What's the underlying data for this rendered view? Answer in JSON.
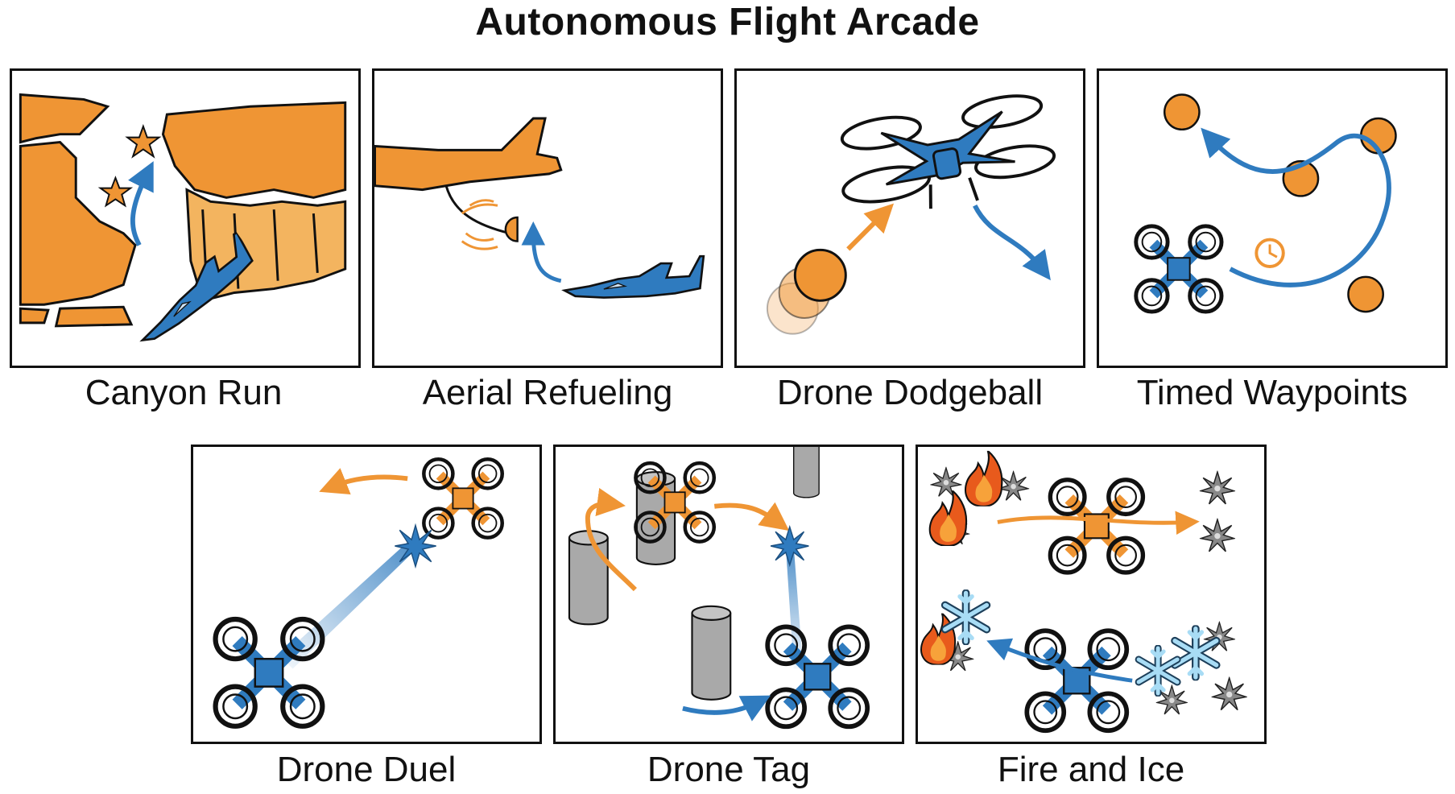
{
  "title": "Autonomous Flight Arcade",
  "colors": {
    "orange": "#ef9534",
    "light_orange": "#f3b45f",
    "blue": "#2f7bbf",
    "gray": "#a9a9a9",
    "ice": "#a8dcf5"
  },
  "games": [
    {
      "label": "Canyon Run"
    },
    {
      "label": "Aerial Refueling"
    },
    {
      "label": "Drone Dodgeball"
    },
    {
      "label": "Timed Waypoints"
    },
    {
      "label": "Drone Duel"
    },
    {
      "label": "Drone Tag"
    },
    {
      "label": "Fire and Ice"
    }
  ]
}
